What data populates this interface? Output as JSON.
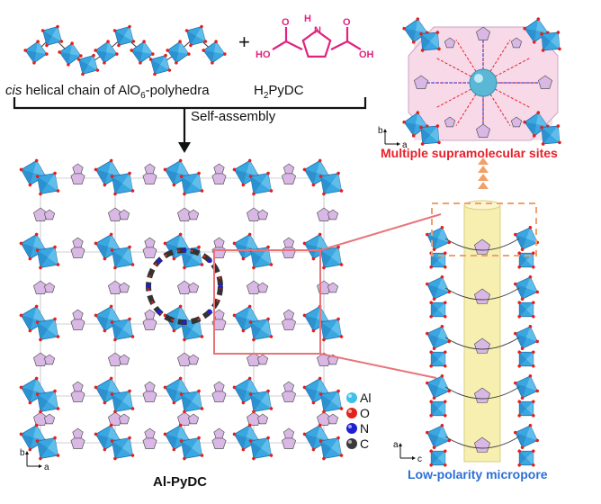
{
  "labels": {
    "chain_italic": "cis",
    "chain_rest": " helical chain of AlO",
    "chain_sub": "6",
    "chain_tail": "-polyhedra",
    "h2_prefix": "H",
    "h2_sub": "2",
    "h2_rest": "PyDC",
    "plus": "+",
    "self_assembly": "Self-assembly",
    "product": "Al-PyDC",
    "multiple_sites": "Multiple supramolecular sites",
    "low_polarity": "Low-polarity micropore"
  },
  "molecule": {
    "nh": "N",
    "h_atom": "H",
    "ho_left": "HO",
    "oh_right": "OH",
    "o_left": "O",
    "o_right": "O"
  },
  "legend": [
    {
      "symbol": "Al",
      "color": "#3fc0e8"
    },
    {
      "symbol": "O",
      "color": "#e3211c"
    },
    {
      "symbol": "N",
      "color": "#1f1fd4"
    },
    {
      "symbol": "C",
      "color": "#3a3a3a"
    }
  ],
  "axes": {
    "main": {
      "up": "b",
      "right": "a"
    },
    "top_right": {
      "up": "b",
      "right": "a"
    },
    "bottom_right": {
      "up": "a",
      "right": "c"
    }
  },
  "colors": {
    "polyhedron": "#3aa7e0",
    "polyhedron_dark": "#1e6fb0",
    "pyrrole": "#d9b8e6",
    "accent_red": "#e8202a",
    "accent_blue": "#2c6fd6",
    "magenta": "#e0237f",
    "channel": "#f6efb0"
  }
}
